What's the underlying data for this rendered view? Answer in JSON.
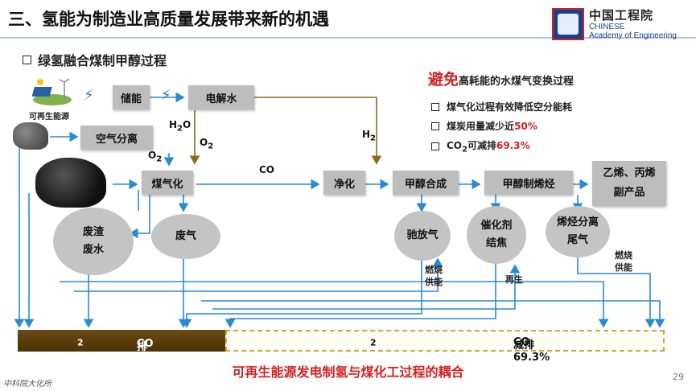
{
  "header": {
    "title": "三、氢能为制造业高质量发展带来新的机遇",
    "section": "绿氢融合煤制甲醇过程",
    "logo_cn": "中国工程院",
    "logo_en_1": "CHINESE",
    "logo_en_2": "Academy of Engineering"
  },
  "diagram": {
    "renewable_label": "可再生能源",
    "storage": "储能",
    "electrolysis": "电解水",
    "air_separation": "空气分离",
    "gasification": "煤气化",
    "purification": "净化",
    "methanol_synthesis": "甲醇合成",
    "methanol_to_olefins": "甲醇制烯烃",
    "products_1": "乙烯、丙烯",
    "products_2": "副产品",
    "waste_slag_1": "废渣",
    "waste_slag_2": "废水",
    "waste_gas": "废气",
    "purge_gas": "驰放气",
    "catalyst_1": "催化剂",
    "catalyst_2": "结焦",
    "olefin_sep_1": "烯烃分离",
    "olefin_sep_2": "尾气",
    "h2o_label": "H",
    "h2o_sub": "2",
    "h2o_tail": "O",
    "o2_a": "O",
    "o2_a_sub": "2",
    "o2_b": "O",
    "o2_b_sub": "2",
    "h2_label": "H",
    "h2_sub": "2",
    "co_label": "CO",
    "burn_supply_1a": "燃烧",
    "burn_supply_1b": "供能",
    "regen": "再生",
    "burn_supply_2a": "燃烧",
    "burn_supply_2b": "供能",
    "co2_emission_pre": "CO",
    "co2_emission_sub": "2",
    "co2_emission_post": "排放",
    "co2_reduction_pre": "CO",
    "co2_reduction_sub": "2",
    "co2_reduction_post": "减排69.3%"
  },
  "avoid": {
    "highlight": "避免",
    "rest": "高耗能的水煤气变换过程",
    "bullets": [
      {
        "text": "煤气化过程有效降低空分能耗",
        "value": ""
      },
      {
        "text": "煤炭用量减少近",
        "value": "50%"
      },
      {
        "text_pre": "CO",
        "text_sub": "2",
        "text": "可减排",
        "value": "69.3%"
      }
    ]
  },
  "footer": {
    "caption": "可再生能源发电制氢与煤化工过程的耦合",
    "source": "中科院大化所",
    "page": "29"
  },
  "colors": {
    "arrow": "#2a8bd0",
    "arrow_brown": "#8a6a20",
    "box": "#bdbdbd",
    "highlight_red": "#d62020"
  }
}
